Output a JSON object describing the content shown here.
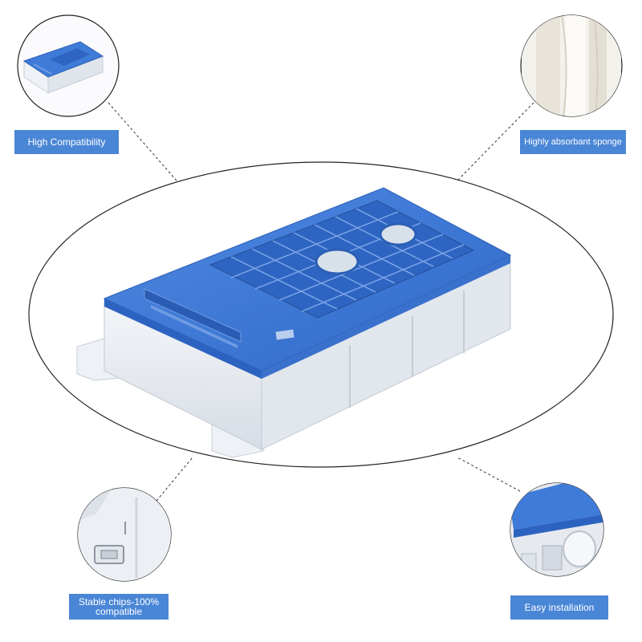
{
  "callouts": {
    "top_left": {
      "label": "High Compatibility",
      "icon": "cartridge-overview-icon"
    },
    "top_right": {
      "label": "Highly absorbant sponge",
      "icon": "sponge-closeup-icon"
    },
    "bottom_left": {
      "label": "Stable chips-100% compatible",
      "icon": "chip-closeup-icon"
    },
    "bottom_right": {
      "label": "Easy installation",
      "icon": "mount-closeup-icon"
    }
  },
  "colors": {
    "label_bg": "#4a86d6",
    "cartridge_lid_blue": "#3b77d6",
    "cartridge_body_white": "#e9edf2",
    "background": "#ffffff"
  },
  "main_image": {
    "subject": "maintenance-box-icon"
  }
}
